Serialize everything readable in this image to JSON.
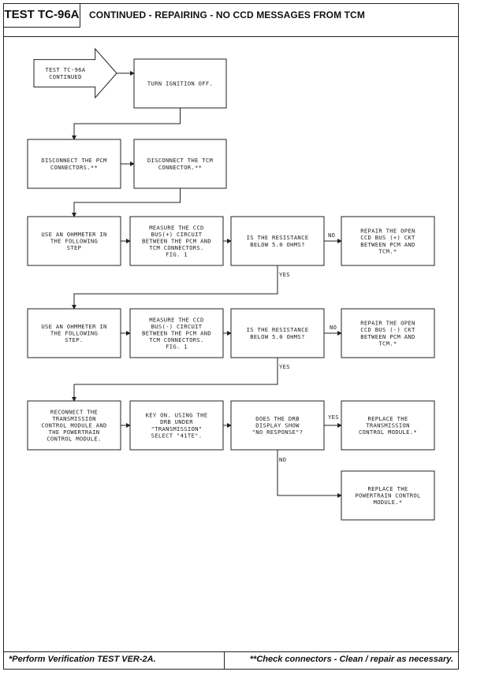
{
  "header": {
    "test_id": "TEST TC-96A",
    "title": "CONTINUED - REPAIRING - NO CCD MESSAGES FROM TCM"
  },
  "nodes": {
    "start": [
      "TEST TC-96A",
      "CONTINUED"
    ],
    "ignition_off": [
      "TURN IGNITION OFF."
    ],
    "disconnect_pcm": [
      "DISCONNECT THE PCM",
      "CONNECTORS.**"
    ],
    "disconnect_tcm": [
      "DISCONNECT THE TCM",
      "CONNECTOR.**"
    ],
    "ohmmeter_1": [
      "USE AN OHMMETER IN",
      "THE FOLLOWING",
      "STEP"
    ],
    "measure_pos": [
      "MEASURE THE CCD",
      "BUS(+) CIRCUIT",
      "BETWEEN THE PCM AND",
      "TCM CONNECTORS.",
      "FIG. 1"
    ],
    "check_pos": [
      "IS THE RESISTANCE",
      "BELOW 5.0 OHMS?"
    ],
    "repair_pos": [
      "REPAIR THE OPEN",
      "CCD BUS (+) CKT",
      "BETWEEN PCM AND",
      "TCM.*"
    ],
    "ohmmeter_2": [
      "USE AN OHMMETER IN",
      "THE FOLLOWING",
      "STEP."
    ],
    "measure_neg": [
      "MEASURE THE CCD",
      "BUS(-) CIRCUIT",
      "BETWEEN THE PCM AND",
      "TCM CONNECTORS.",
      "FIG. 1"
    ],
    "check_neg": [
      "IS THE RESISTANCE",
      "BELOW 5.0 OHMS?"
    ],
    "repair_neg": [
      "REPAIR THE OPEN",
      "CCD BUS (-) CKT",
      "BETWEEN PCM AND",
      "TCM.*"
    ],
    "reconnect": [
      "RECONNECT THE",
      "TRANSMISSION",
      "CONTROL MODULE AND",
      "THE POWERTRAIN",
      "CONTROL MODULE."
    ],
    "key_on": [
      "KEY ON. USING THE",
      "DRB UNDER",
      "\"TRANSMISSION\"",
      "SELECT \"41TE\"."
    ],
    "drb_check": [
      "DOES THE DRB",
      "DISPLAY SHOW",
      "\"NO RESPONSE\"?"
    ],
    "replace_tcm": [
      "REPLACE THE",
      "TRANSMISSION",
      "CONTROL MODULE.*"
    ],
    "replace_pcm": [
      "REPLACE THE",
      "POWERTRAIN CONTROL",
      "MODULE.*"
    ]
  },
  "labels": {
    "no_1": "NO",
    "yes_1": "YES",
    "no_2": "NO",
    "yes_2": "YES",
    "yes_3": "YES",
    "no_3": "NO"
  },
  "footer": {
    "left": "*Perform Verification TEST VER-2A.",
    "right": "**Check connectors - Clean / repair as necessary."
  }
}
